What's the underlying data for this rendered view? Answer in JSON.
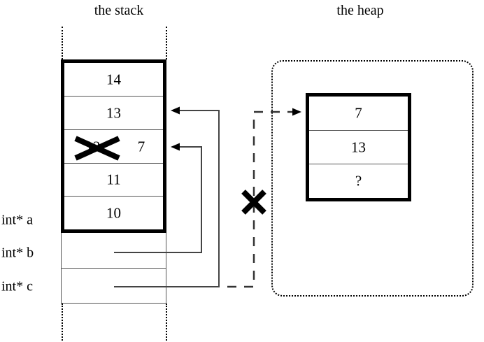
{
  "diagram": {
    "titles": {
      "stack": "the stack",
      "heap": "the heap"
    },
    "stack": {
      "frame_cells": [
        {
          "value": "14",
          "struck": false,
          "new_value": ""
        },
        {
          "value": "13",
          "struck": false,
          "new_value": ""
        },
        {
          "value": "12",
          "struck": true,
          "new_value": "7"
        },
        {
          "value": "11",
          "struck": false,
          "new_value": ""
        },
        {
          "value": "10",
          "struck": false,
          "new_value": ""
        }
      ],
      "variables": [
        {
          "label": "int* a",
          "value": ""
        },
        {
          "label": "int* b",
          "value": ""
        },
        {
          "label": "int* c",
          "value": ""
        }
      ]
    },
    "heap": {
      "cells": [
        {
          "value": "7"
        },
        {
          "value": "13"
        },
        {
          "value": "?"
        }
      ]
    },
    "markers": {
      "broken_pointer": "✕",
      "struck_value": "✕"
    },
    "colors": {
      "ink": "#000000",
      "thin_rule": "#555555",
      "background": "#ffffff"
    }
  }
}
